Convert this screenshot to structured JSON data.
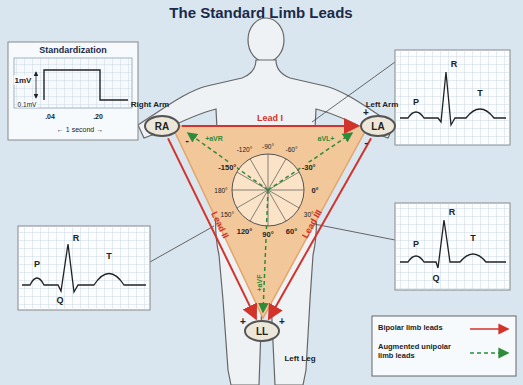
{
  "diagram": {
    "title": "The Standard Limb Leads",
    "nodes": [
      {
        "text": [
          "RA"
        ]
      },
      {
        "text": [
          "LA"
        ]
      },
      {
        "text": [
          "LL"
        ]
      }
    ],
    "edges": [
      {
        "from": 0,
        "to": 1,
        "arrow": "to",
        "label": "Lead I"
      },
      {
        "from": 0,
        "to": 2,
        "arrow": "to",
        "label": "Lead II"
      },
      {
        "from": 1,
        "to": 2,
        "arrow": "to",
        "label": "Lead III"
      }
    ],
    "labels": [
      "Standardization",
      "1mV",
      "0.1mV",
      ".04",
      ".20",
      "← 1 second →",
      "Right Arm",
      "Left Arm",
      "Left Leg",
      "-",
      "+",
      "-",
      "+",
      "+",
      "+aVR",
      "aVL+",
      "+aVF",
      "-120°",
      "-90°",
      "-60°",
      "-150°",
      "-30°",
      "180°",
      "0°",
      "150°",
      "30°",
      "120°",
      "90°",
      "60°",
      "R",
      "P",
      "T",
      "R",
      "P",
      "T",
      "Q",
      "R",
      "P",
      "T",
      "Q"
    ],
    "legend": [
      {
        "text": "Bipolar limb leads"
      },
      {
        "text": "Augmented unipolar limb leads"
      }
    ]
  }
}
